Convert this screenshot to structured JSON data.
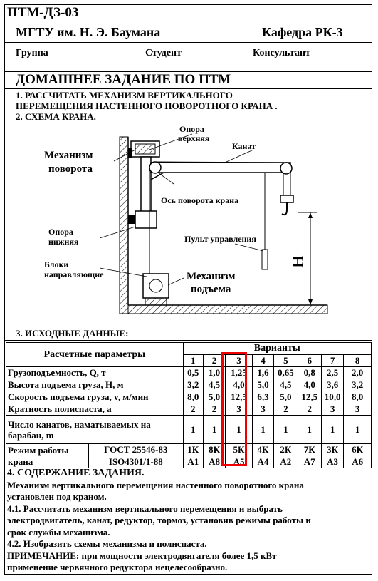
{
  "header": {
    "code": "ПТМ-ДЗ-03",
    "university": "МГТУ им. Н. Э. Баумана",
    "department": "Кафедра РК-3",
    "group_label": "Группа",
    "student_label": "Студент",
    "consultant_label": "Консультант"
  },
  "title": "ДОМАШНЕЕ ЗАДАНИЕ ПО ПТМ",
  "section1": {
    "line1": "1. РАССЧИТАТЬ МЕХАНИЗМ ВЕРТИКАЛЬНОГО",
    "line2": "ПЕРЕМЕЩЕНИЯ НАСТЕННОГО   ПОВОРОТНОГО КРАНА ."
  },
  "section2": "2. СХЕМА КРАНА.",
  "diagram": {
    "mech_rotation_1": "Механизм",
    "mech_rotation_2": "поворота",
    "support_top_1": "Опора",
    "support_top_2": "верхняя",
    "rope": "Канат",
    "axis": "Ось поворота крана",
    "support_bottom_1": "Опора",
    "support_bottom_2": "нижняя",
    "control": "Пульт управления",
    "blocks_1": "Блоки",
    "blocks_2": "направляющие",
    "mech_lift_1": "Механизм",
    "mech_lift_2": "подъема",
    "h_label": "H"
  },
  "section3": "3. ИСХОДНЫЕ ДАННЫЕ:",
  "table": {
    "param_header": "Расчетные параметры",
    "variants_header": "Варианты",
    "variant_numbers": [
      "1",
      "2",
      "3",
      "4",
      "5",
      "6",
      "7",
      "8"
    ],
    "rows": [
      {
        "label": "Грузоподъемность, Q, т",
        "values": [
          "0,5",
          "1,0",
          "1,25",
          "1,6",
          "0,65",
          "0,8",
          "2,5",
          "2,0"
        ]
      },
      {
        "label": "Высота подъема груза, Н, м",
        "values": [
          "3,2",
          "4,5",
          "4,0",
          "5,0",
          "4,5",
          "4,0",
          "3,6",
          "3,2"
        ]
      },
      {
        "label": "Скорость подъема груза, v, м/мин",
        "values": [
          "8,0",
          "5,0",
          "12,5",
          "6,3",
          "5,0",
          "12,5",
          "10,0",
          "8,0"
        ]
      },
      {
        "label": "Кратность полиспаста, а",
        "values": [
          "2",
          "2",
          "3",
          "3",
          "2",
          "2",
          "3",
          "3"
        ]
      },
      {
        "label1": "Число канатов, наматываемых на",
        "label2": "барабан, m",
        "values": [
          "1",
          "1",
          "1",
          "1",
          "1",
          "1",
          "1",
          "1"
        ]
      }
    ],
    "mode_label1": "Режим работы",
    "mode_label2": "крана",
    "gost": "ГОСТ 25546-83",
    "iso": "ISO4301/1-88",
    "gost_values": [
      "1К",
      "8К",
      "5К",
      "4К",
      "2К",
      "7К",
      "3К",
      "6К"
    ],
    "iso_values": [
      "А1",
      "А8",
      "А5",
      "А4",
      "А2",
      "А7",
      "А3",
      "А6"
    ]
  },
  "section4": {
    "title": "4. СОДЕРЖАНИЕ ЗАДАНИЯ.",
    "p1a": "  Механизм вертикального перемещения  настенного поворотного крана",
    "p1b": "установлен под краном.",
    "p2a": "4.1. Рассчитать механизм вертикального перемещения и выбрать",
    "p2b": "электродвигатель, канат, редуктор, тормоз, установив режимы работы и",
    "p2c": "срок службы механизма.",
    "p3": "4.2. Изобразить схемы механизма и полиспаста.",
    "note_label": "ПРИМЕЧАНИЕ:",
    "note_text": "  при мощности электродвигателя более 1,5 кВт",
    "note_text2": "применение червячного редуктора нецелесообразно."
  }
}
